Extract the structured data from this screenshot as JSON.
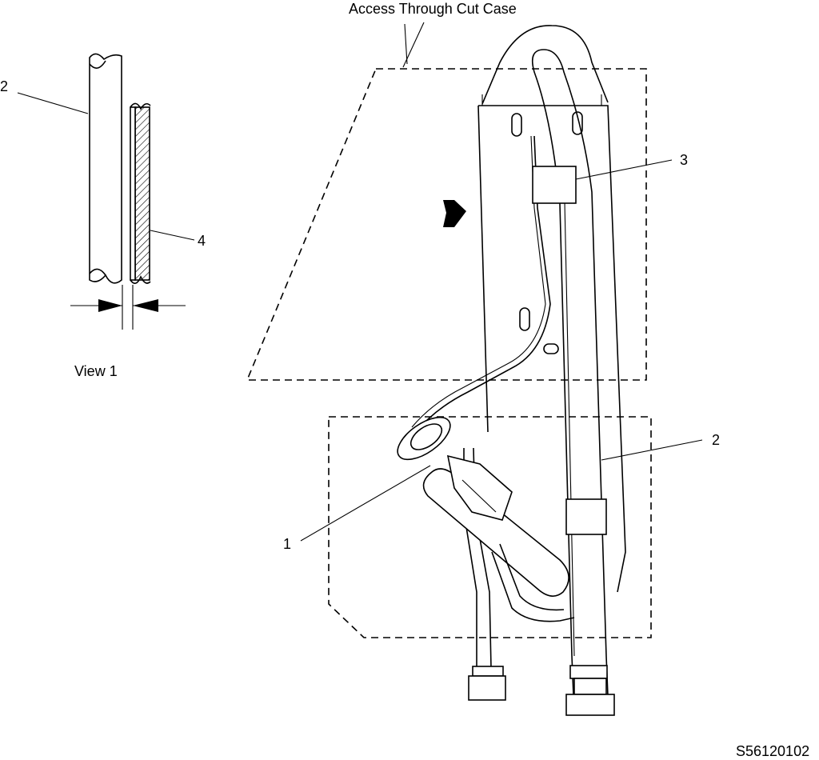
{
  "labels": {
    "access_title": "Access Through Cut Case",
    "view_title": "View 1",
    "view_callout_2": "2",
    "view_callout_4": "4",
    "callout_1": "1",
    "callout_2": "2",
    "callout_3": "3",
    "figure_id": "S56120102"
  }
}
